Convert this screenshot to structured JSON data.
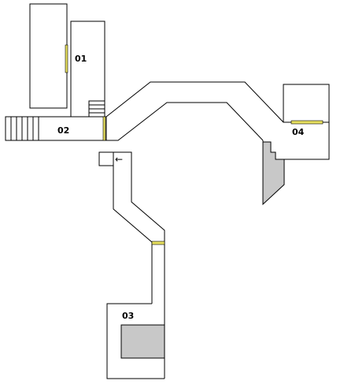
{
  "rooms": [
    {
      "id": "room-01",
      "label": "01"
    },
    {
      "id": "room-02",
      "label": "02"
    },
    {
      "id": "room-03",
      "label": "03"
    },
    {
      "id": "room-04",
      "label": "04"
    }
  ],
  "direction_marker": "←",
  "colors": {
    "wall": "#000000",
    "floor": "#ffffff",
    "obstacle": "#c8c8c8",
    "door": "#e8e060"
  }
}
